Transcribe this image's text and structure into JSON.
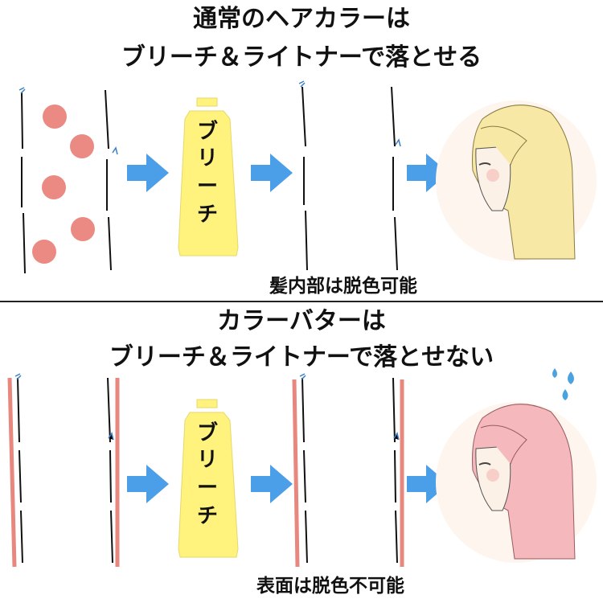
{
  "top_section": {
    "title_line1": "通常のヘアカラーは",
    "title_line2": "ブリーチ＆ライトナーで落とせる",
    "caption": "髪内部は脱色可能",
    "tube_label": [
      "ブ",
      "リ",
      "ー",
      "チ"
    ]
  },
  "bottom_section": {
    "title_line1": "カラーバターは",
    "title_line2": "ブリーチ＆ライトナーで落とせない",
    "caption": "表面は脱色不可能",
    "tube_label": [
      "ブ",
      "リ",
      "ー",
      "チ"
    ]
  },
  "colors": {
    "dye_dot": "#eb8a82",
    "coating": "#e8877e",
    "arrow": "#4a9fe8",
    "tube": "#fff27d",
    "blonde_hair": "#f7e8a6",
    "pink_hair": "#f5b8bd",
    "sweat": "#4aa3e0",
    "skin": "#fdf5ee"
  }
}
